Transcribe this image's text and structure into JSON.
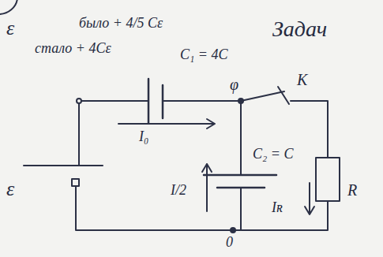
{
  "diagram": {
    "labels": [
      "было + 4/5 Cε",
      "стало + 4Cε",
      "C₁ = 4C",
      "Задач",
      "ε",
      "ε",
      "φ",
      "K",
      "C₂ = C",
      "I₀",
      "I/2",
      "Iʀ",
      "R",
      "0"
    ]
  }
}
